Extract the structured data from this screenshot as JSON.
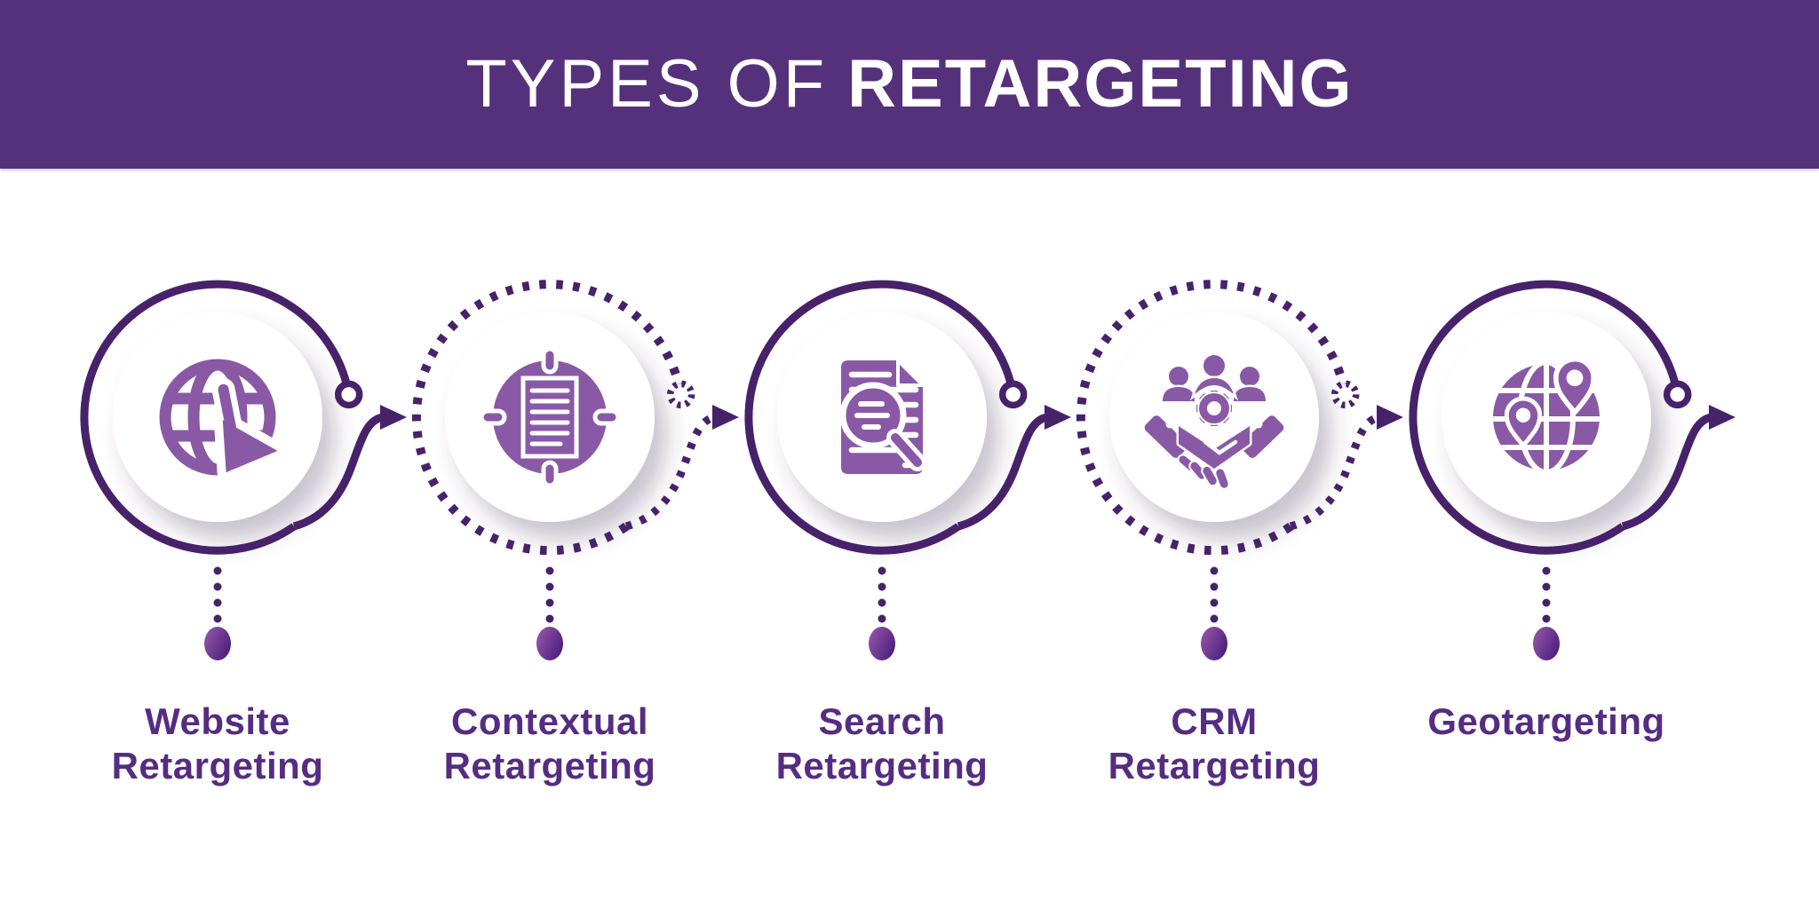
{
  "header": {
    "title_regular": "TYPES OF",
    "title_bold": "RETARGETING"
  },
  "nodes": [
    {
      "id": "website-retargeting",
      "line1": "Website",
      "line2": "Retargeting",
      "icon": "globe-cursor-icon",
      "ring_style": "solid"
    },
    {
      "id": "contextual-retargeting",
      "line1": "Contextual",
      "line2": "Retargeting",
      "icon": "document-target-icon",
      "ring_style": "dotted"
    },
    {
      "id": "search-retargeting",
      "line1": "Search",
      "line2": "Retargeting",
      "icon": "document-magnifier-icon",
      "ring_style": "solid"
    },
    {
      "id": "crm-retargeting",
      "line1": "CRM",
      "line2": "Retargeting",
      "icon": "handshake-people-gear-icon",
      "ring_style": "dotted"
    },
    {
      "id": "geotargeting",
      "line1": "Geotargeting",
      "line2": "",
      "icon": "globe-pins-icon",
      "ring_style": "solid"
    }
  ],
  "colors": {
    "header_bg": "#56317b",
    "title_text": "#ffffff",
    "ring_stroke": "#47226a",
    "icon_purple": "#8959a6",
    "label_text": "#562c83",
    "dot_gradient_start": "#9a5baa",
    "dot_gradient_end": "#4f2180"
  }
}
